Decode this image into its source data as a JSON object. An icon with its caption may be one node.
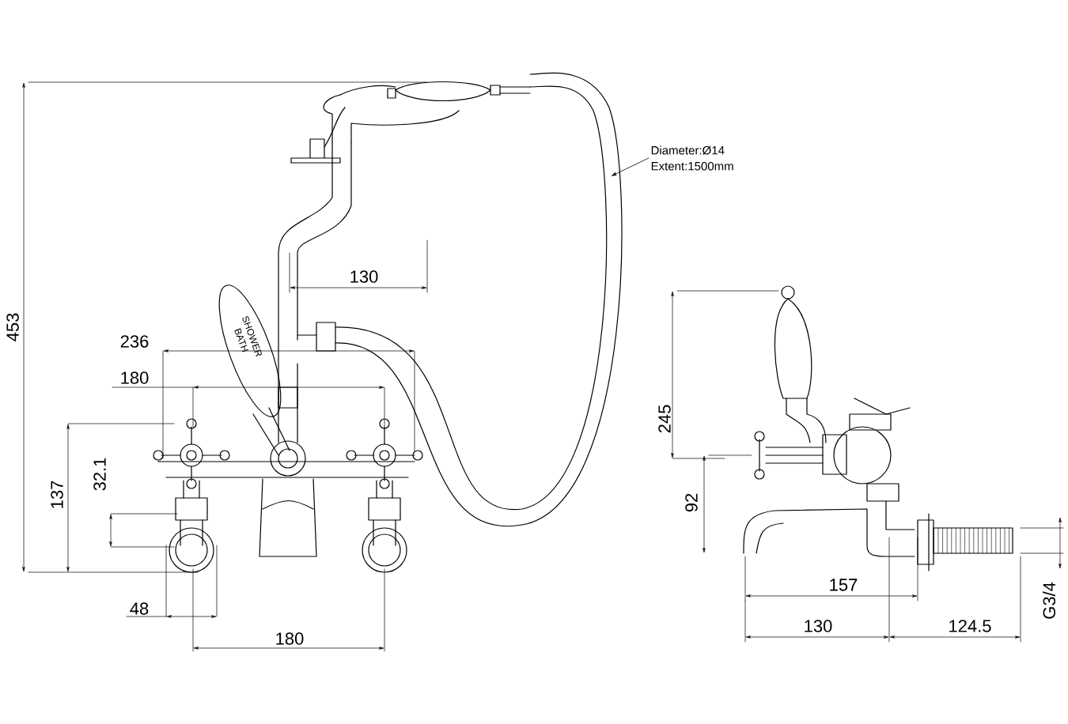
{
  "diagram": {
    "nodes": [
      {
        "text": [
          "Diameter:Ø14 Extent:1500mm"
        ]
      },
      {
        "text": [],
        "shape": "picture"
      }
    ],
    "edges": [
      {
        "from": 0,
        "to": 1,
        "arrow": "to"
      }
    ],
    "labels": [
      "453",
      "130",
      "236",
      "180",
      "137",
      "32.1",
      "48",
      "180",
      "SHOWER BATH",
      "245",
      "92",
      "157",
      "130",
      "124.5",
      "G3/4"
    ]
  }
}
